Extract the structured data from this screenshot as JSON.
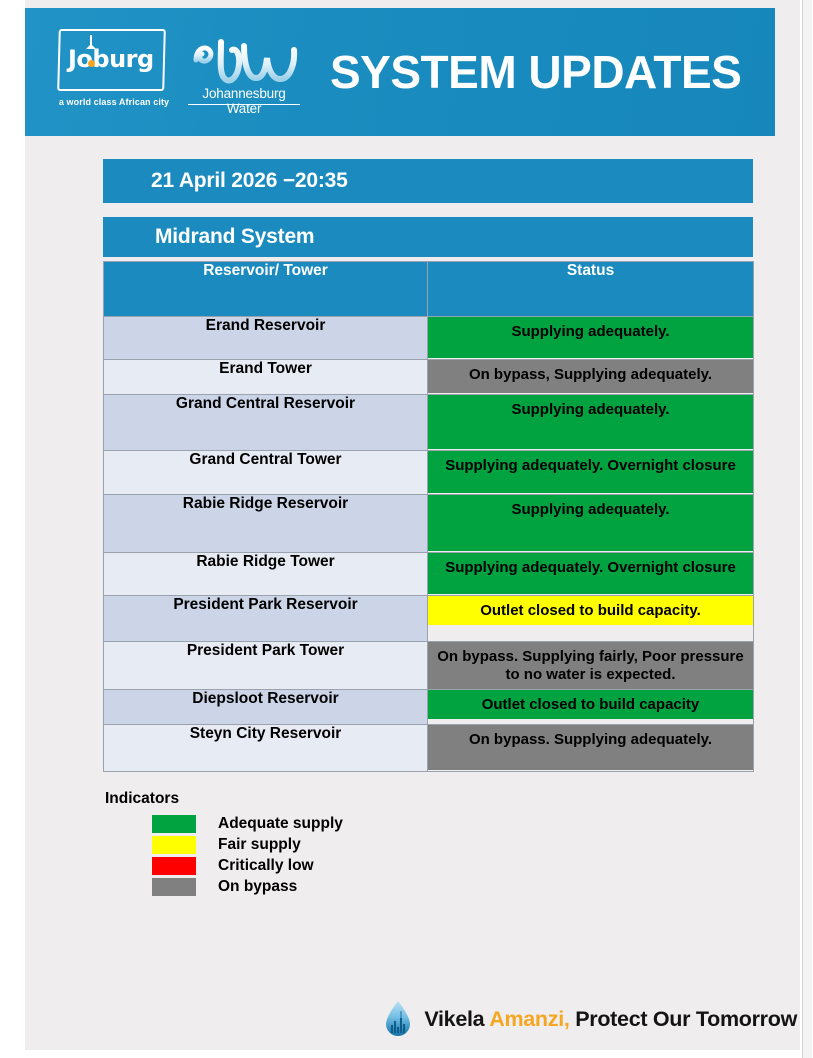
{
  "header": {
    "title": "SYSTEM UPDATES",
    "joburg_logo": {
      "wordmark": "Joburg",
      "tagline": "a world class African city",
      "icon": "hillbrow-tower-icon"
    },
    "water_logo": {
      "wordmark": "Johannesburg Water",
      "icon": "jw-wave-icon"
    },
    "brand_blue": "#1b8bbf"
  },
  "date_bar": {
    "label": "21 April 2026 −20:35"
  },
  "system_bar": {
    "label": "Midrand System"
  },
  "table": {
    "columns": [
      "Reservoir/ Tower",
      "Status"
    ],
    "rows": [
      {
        "name": "Erand Reservoir",
        "status": "Supplying adequately.",
        "color": "green",
        "color_hex": "#00a33f",
        "fill": "full"
      },
      {
        "name": "Erand Tower",
        "status": "On bypass, Supplying adequately.",
        "color": "grey",
        "color_hex": "#808080",
        "fill": "full"
      },
      {
        "name": "Grand Central Reservoir",
        "status": "Supplying adequately.",
        "color": "green",
        "color_hex": "#00a33f",
        "fill": "full"
      },
      {
        "name": "Grand Central Tower",
        "status": "Supplying adequately. Overnight closure",
        "color": "green",
        "color_hex": "#00a33f",
        "fill": "full"
      },
      {
        "name": "Rabie Ridge Reservoir",
        "status": "Supplying adequately.",
        "color": "green",
        "color_hex": "#00a33f",
        "fill": "full"
      },
      {
        "name": "Rabie Ridge Tower",
        "status": "Supplying adequately. Overnight closure",
        "color": "green",
        "color_hex": "#00a33f",
        "fill": "full"
      },
      {
        "name": "President Park Reservoir",
        "status": "Outlet closed to build capacity.",
        "color": "yellow",
        "color_hex": "#ffff00",
        "fill": "partial"
      },
      {
        "name": "President Park Tower",
        "status": "On bypass. Supplying fairly, Poor pressure to no water is expected.",
        "color": "grey",
        "color_hex": "#808080",
        "fill": "full"
      },
      {
        "name": "Diepsloot Reservoir",
        "status": "Outlet closed to build capacity",
        "color": "green",
        "color_hex": "#00a33f",
        "fill": "partial"
      },
      {
        "name": "Steyn City Reservoir",
        "status": "On bypass. Supplying adequately.",
        "color": "grey",
        "color_hex": "#808080",
        "fill": "full"
      }
    ]
  },
  "indicators": {
    "title": "Indicators",
    "items": [
      {
        "label": "Adequate supply",
        "color_hex": "#00a33f"
      },
      {
        "label": "Fair supply",
        "color_hex": "#ffff00"
      },
      {
        "label": "Critically low",
        "color_hex": "#ff0000"
      },
      {
        "label": "On bypass",
        "color_hex": "#808080"
      }
    ]
  },
  "footer": {
    "icon": "water-drop-icon",
    "text_part1": "Vikela ",
    "text_highlight": "Amanzi,",
    "text_part2": " Protect Our Tomorrow",
    "highlight_hex": "#f5a623"
  }
}
